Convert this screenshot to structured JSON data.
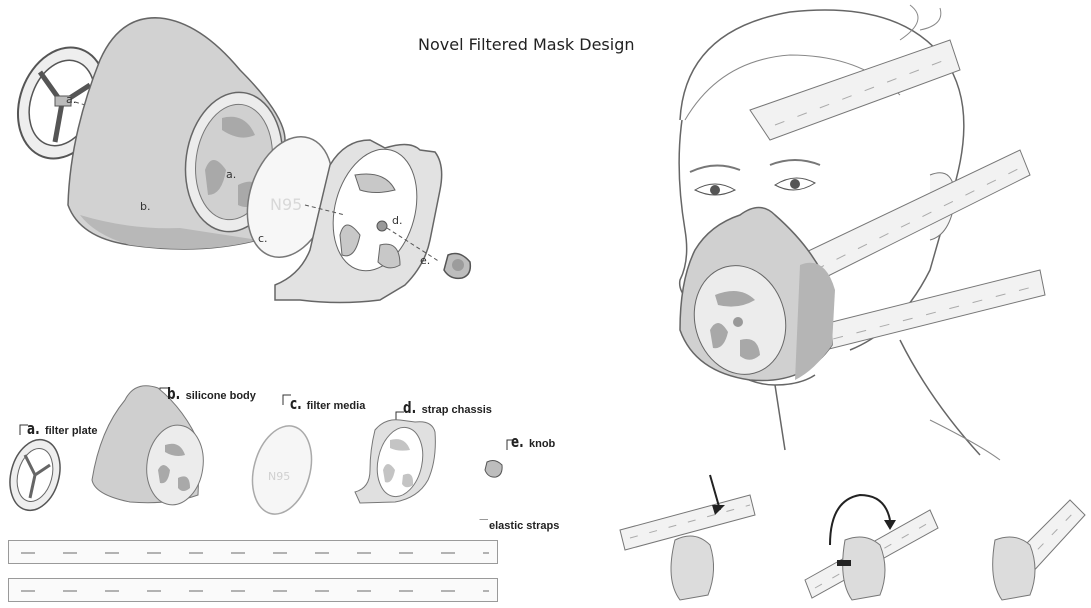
{
  "title": "Novel Filtered Mask Design",
  "exploded_tags": {
    "a1": "a.",
    "a2": "a.",
    "b": "b.",
    "c": "c.",
    "d": "d.",
    "e": "e."
  },
  "parts": {
    "a": {
      "letter": "a.",
      "text": "filter plate"
    },
    "b": {
      "letter": "b.",
      "text": "silicone body"
    },
    "c": {
      "letter": "c.",
      "text": "filter media"
    },
    "d": {
      "letter": "d.",
      "text": "strap chassis"
    },
    "e": {
      "letter": "e.",
      "text": "knob"
    }
  },
  "straps_label": "elastic straps",
  "filter_print": "N95",
  "colors": {
    "ink": "#555555",
    "fill_light": "#e6e6e6",
    "fill_mid": "#c9c9c9",
    "fill_dark": "#a8a8a8"
  }
}
